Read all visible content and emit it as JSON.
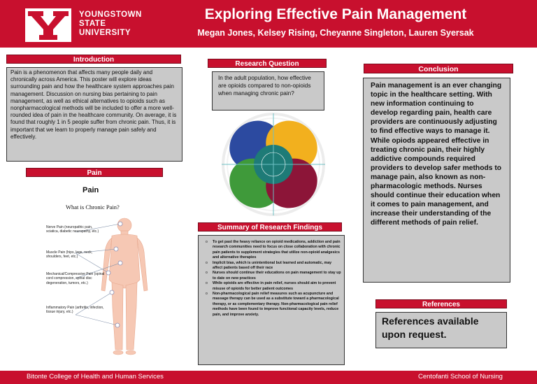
{
  "header": {
    "university": [
      "YOUNGSTOWN",
      "STATE",
      "UNIVERSITY"
    ],
    "title": "Exploring Effective Pain Management",
    "authors": "Megan Jones, Kelsey Rising, Cheyanne Singleton, Lauren Syersak"
  },
  "introduction": {
    "heading": "Introduction",
    "text": "Pain is a phenomenon that affects many people daily and chronically across America. This poster will explore ideas surrounding pain and how the healthcare system approaches pain management. Discussion on nursing bias pertaining to pain management, as well as ethical alternatives to opioids such as nonpharmacological methods will be included to offer a more well-rounded idea of pain in the healthcare community. On average, it is found that roughly 1 in 5 people suffer from chronic pain. Thus, it is important that we learn to properly manage pain safely and effectively."
  },
  "pain": {
    "heading": "Pain",
    "subtitle": "Pain",
    "figure_title": "What is Chronic Pain?",
    "labels": [
      "Nerve Pain (neuropathic pain, sciatica, diabetic neuropathy, etc.)",
      "Muscle Pain (hips, legs, neck, shoulders, feet, etc.)",
      "Mechanical/Compressive Pain (spinal cord compression, spinal disc degeneration, tumors, etc.)",
      "Inflammatory Pain (arthritis, infection, tissue injury, etc.)"
    ]
  },
  "research_question": {
    "heading": "Research Question",
    "text": "In the adult population, how effective are opioids compared to non-opioids when managing chronic pain?"
  },
  "summary": {
    "heading": "Summary of Research Findings",
    "items": [
      "To get past the heavy reliance on opioid medications, addiction and pain research communities need to focus on close collaboration with chronic pain patients to supplement strategies that utilize non-opioid analgesics and alternative therapies",
      "Implicit bias, which is unintentional but learned and automatic, may affect patients based off their race",
      "Nurses should continue their educations on pain management to stay up to date on new practices",
      "While opioids are effective in pain relief, nurses should aim to prevent misuse of opioids for better patient outcomes",
      "Non-pharmacological pain relief measures such as acupuncture and massage therapy can be used as a substitute toward a pharmacological therapy, or as complementary therapy. Non-pharmacological pain relief methods have been found to improve functional capacity levels, reduce pain, and improve anxiety."
    ]
  },
  "conclusion": {
    "heading": "Conclusion",
    "text": "Pain management is an ever changing topic in the healthcare setting. With new information continuing to develop regarding pain, health care providers are continuously adjusting to find effective ways to manage it. While opiods appeared effective in treating chronic pain, their highly addictive compounds required providers to develop safer methods to manage pain, also known as non-pharmacologic methods. Nurses should continue their education when it comes to pain management, and increase their understanding of the different methods of pain relief."
  },
  "references": {
    "heading": "References",
    "text": "References available upon request."
  },
  "footer": {
    "left": "Bitonte College of Health and Human Services",
    "right": "Centofanti School of Nursing"
  },
  "colors": {
    "brand_red": "#c8102e",
    "box_gray": "#c9c9c9",
    "petal_blue": "#2c4aa0",
    "petal_yellow": "#f2b01e",
    "petal_green": "#3f9a3a",
    "petal_maroon": "#8c1538",
    "center_teal": "#1e7b77"
  }
}
